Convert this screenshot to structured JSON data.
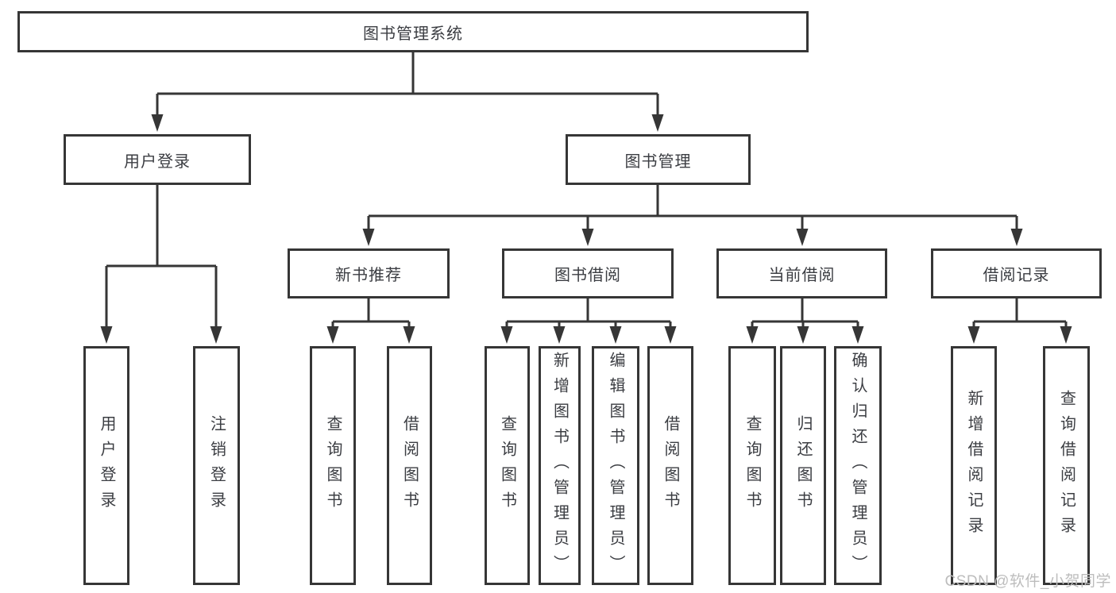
{
  "colors": {
    "line": "#363636",
    "box_border": "#363636",
    "text": "#3b3d42",
    "background": "#ffffff",
    "watermark": "#bdbdbd"
  },
  "watermark": {
    "text": "CSDN @软件_小贺同学"
  },
  "tree": {
    "label": "图书管理系统",
    "children": [
      {
        "label": "用户登录",
        "children": [
          {
            "label": "用户登录"
          },
          {
            "label": "注销登录"
          }
        ]
      },
      {
        "label": "图书管理",
        "children": [
          {
            "label": "新书推荐",
            "children": [
              {
                "label": "查询图书"
              },
              {
                "label": "借阅图书"
              }
            ]
          },
          {
            "label": "图书借阅",
            "children": [
              {
                "label": "查询图书"
              },
              {
                "label": "新增图书（管理员）"
              },
              {
                "label": "编辑图书（管理员）"
              },
              {
                "label": "借阅图书"
              }
            ]
          },
          {
            "label": "当前借阅",
            "children": [
              {
                "label": "查询图书"
              },
              {
                "label": "归还图书"
              },
              {
                "label": "确认归还（管理员）"
              }
            ]
          },
          {
            "label": "借阅记录",
            "children": [
              {
                "label": "新增借阅记录"
              },
              {
                "label": "查询借阅记录"
              }
            ]
          }
        ]
      }
    ]
  }
}
